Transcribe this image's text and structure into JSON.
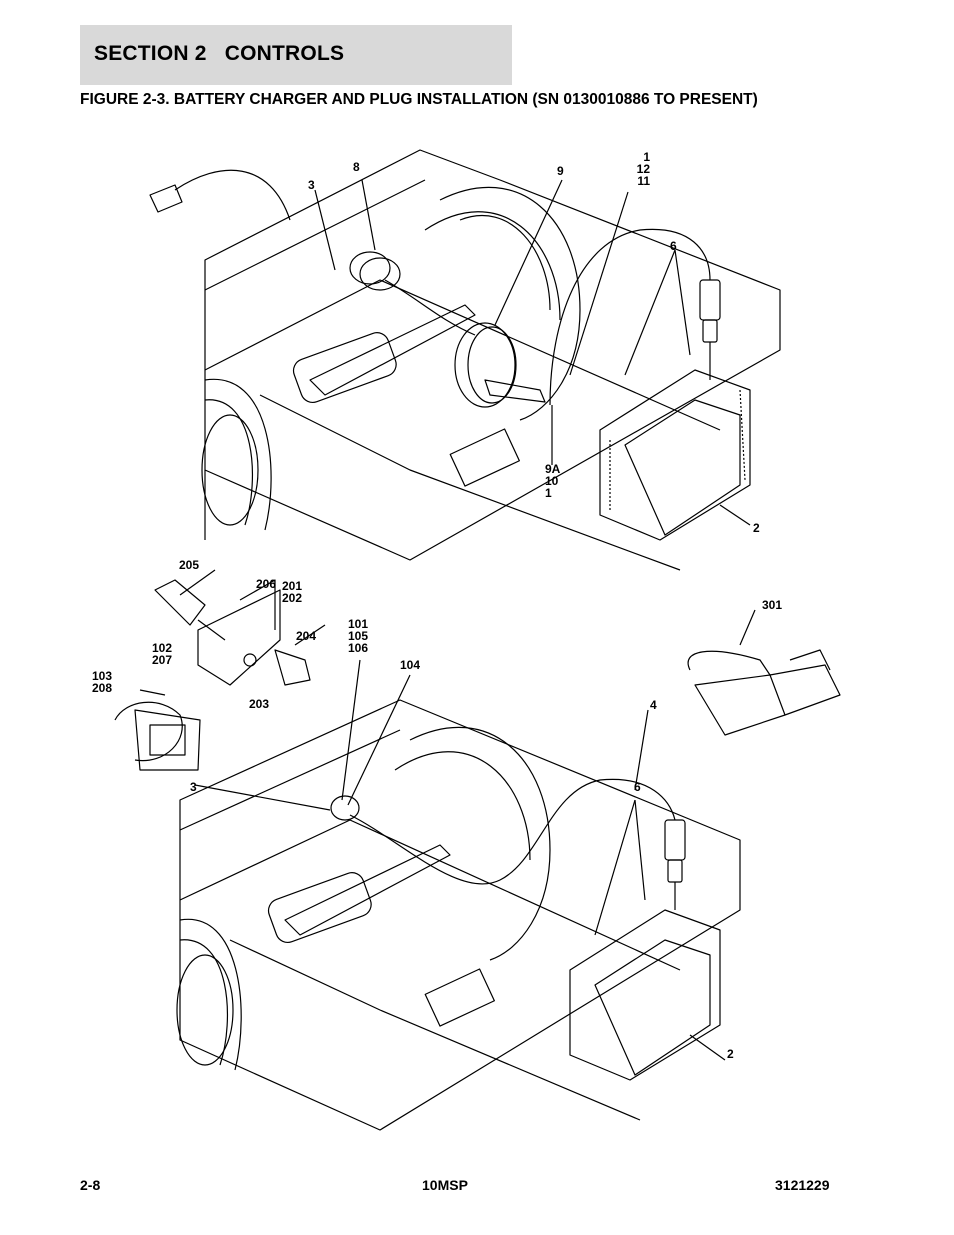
{
  "header": {
    "section_title": "SECTION 2   CONTROLS",
    "figure_title": "FIGURE 2-3. BATTERY CHARGER AND PLUG INSTALLATION (SN 0130010886 TO PRESENT)"
  },
  "callouts": {
    "c3_top": "3",
    "c8": "8",
    "c9": "9",
    "c1_12_11": "1\n12\n11",
    "c6_top": "6",
    "c9a_10_1": "9A\n10\n1",
    "c2_top": "2",
    "c205": "205",
    "c206": "206",
    "c201_202": "201\n202",
    "c204": "204",
    "c101_105_106": "101\n105\n106",
    "c104": "104",
    "c301": "301",
    "c102_207": "102\n207",
    "c103_208": "103\n208",
    "c203": "203",
    "c4": "4",
    "c3_bottom": "3",
    "c6_bottom": "6",
    "c2_bottom": "2"
  },
  "footer": {
    "page_number": "2-8",
    "model": "10MSP",
    "doc_number": "3121229"
  }
}
